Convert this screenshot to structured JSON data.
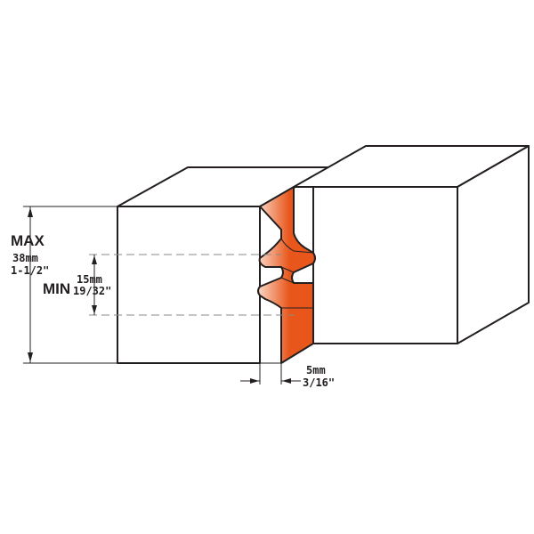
{
  "diagram": {
    "colors": {
      "profile_dark": "#e8561c",
      "profile_light": "#fbd7c5",
      "line": "#231f20",
      "dash": "#8a8a8a"
    },
    "max_dimension": {
      "label": "MAX",
      "metric": "38mm",
      "imperial": "1-1/2\""
    },
    "min_dimension": {
      "label": "MIN",
      "metric": "15mm",
      "imperial": "19/32\""
    },
    "offset_dimension": {
      "metric": "5mm",
      "imperial": "3/16\""
    }
  }
}
